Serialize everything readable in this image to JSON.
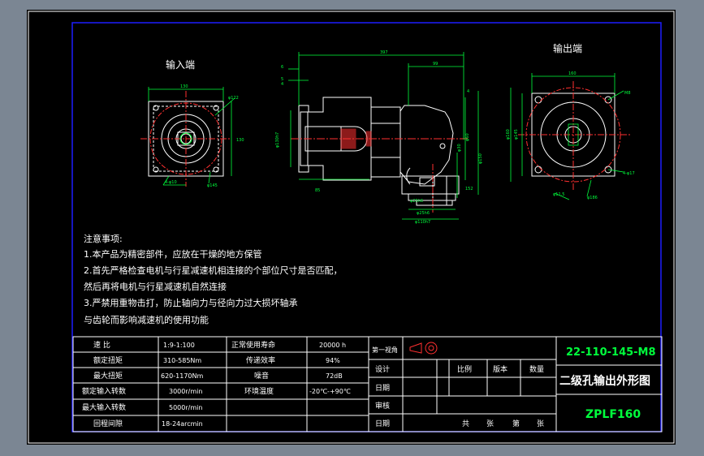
{
  "views": {
    "input_end_label": "输入端",
    "output_end_label": "输出端"
  },
  "dimensions": {
    "input": [
      "130",
      "φ122",
      "130",
      "4-φ10",
      "φ145"
    ],
    "output": [
      "160",
      "M8",
      "φ160",
      "φ145",
      "4-φ17",
      "φ186",
      "φ11.5"
    ],
    "side": [
      "397",
      "99",
      "6",
      "5",
      "4",
      "φ130h7",
      "85",
      "φ30",
      "φ60",
      "φ150",
      "φ110h7",
      "φ25h6",
      "φ25h6",
      "152",
      "4"
    ]
  },
  "notes": {
    "title": "注意事项:",
    "lines": [
      "1.本产品为精密部件，应放在干燥的地方保管",
      "2.首先严格检查电机与行星减速机相连接的个部位尺寸是否匹配，",
      "然后再将电机与行星减速机自然连接",
      "3.严禁用重物击打，防止轴向力与径向力过大损坏轴承",
      "与齿轮而影响减速机的使用功能"
    ]
  },
  "specs": [
    {
      "label": "速 比",
      "value": "1:9-1:100",
      "label2": "正常使用寿命",
      "value2": "20000 h"
    },
    {
      "label": "额定扭矩",
      "value": "310-585Nm",
      "label2": "传递效率",
      "value2": "94%"
    },
    {
      "label": "最大扭矩",
      "value": "620-1170Nm",
      "label2": "噪音",
      "value2": "72dB"
    },
    {
      "label": "额定输入转数",
      "value": "3000r/min",
      "label2": "环境温度",
      "value2": "-20℃-+90℃"
    },
    {
      "label": "最大输入转数",
      "value": "5000r/min",
      "label2": "",
      "value2": ""
    },
    {
      "label": "回程间隙",
      "value": "18-24arcmin",
      "label2": "",
      "value2": ""
    }
  ],
  "title_block": {
    "projection_label": "第一视角",
    "rows": [
      "设计",
      "日期",
      "审核",
      "日期"
    ],
    "headers": [
      "比例",
      "版本",
      "数量"
    ],
    "sheet": [
      "共",
      "张",
      "第",
      "张"
    ],
    "drawing_no": "22-110-145-M8",
    "drawing_name": "二级孔输出外形图",
    "model": "ZPLF160"
  },
  "colors": {
    "frame": "#ffffff",
    "border": "#0000ff",
    "geometry": "#ffffff",
    "dimension": "#00ff3c",
    "center_line": "#ff3030",
    "title_text": "#00ff3c"
  }
}
